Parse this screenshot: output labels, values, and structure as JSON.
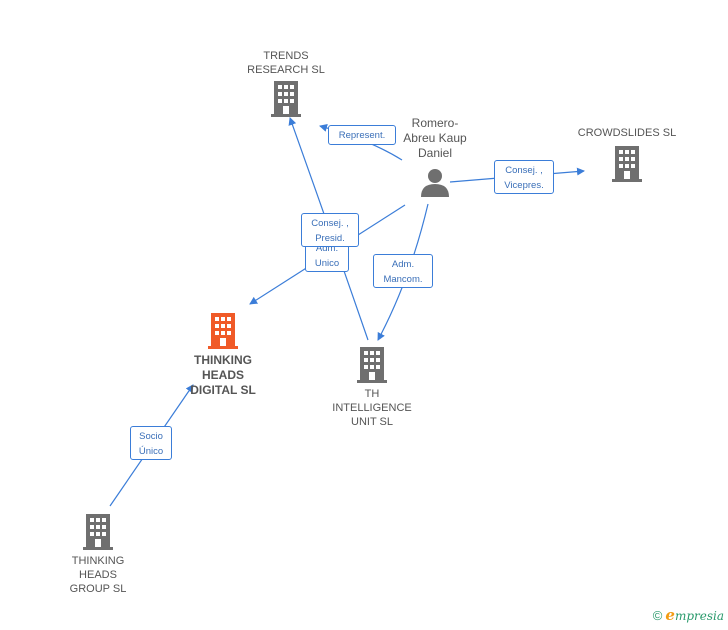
{
  "colors": {
    "edge": "#3b7dd8",
    "building": "#6f6f6f",
    "highlight": "#f05a28",
    "text": "#555555",
    "brand": "#2a9a6c"
  },
  "nodes": {
    "trends": {
      "label": "TRENDS\nRESEARCH SL"
    },
    "person": {
      "label": "Romero-\nAbreu Kaup\nDaniel"
    },
    "crowdslides": {
      "label": "CROWDSLIDES SL"
    },
    "thinking_digital": {
      "label": "THINKING\nHEADS\nDIGITAL SL"
    },
    "th_intelligence": {
      "label": "TH\nINTELLIGENCE\nUNIT SL"
    },
    "thinking_group": {
      "label": "THINKING\nHEADS\nGROUP  SL"
    }
  },
  "relations": {
    "represent": "Represent.",
    "consej_vicepres": "Consej. ,\nVicepres.",
    "consej_presid": "Consej. ,\nPresid.",
    "adm_unico": "Adm.\nUnico",
    "adm_mancom": "Adm.\nMancom.",
    "socio_unico": "Socio\nÚnico"
  },
  "footer": {
    "copyright": "©",
    "brand_initial": "e",
    "brand_rest": "mpresia"
  }
}
